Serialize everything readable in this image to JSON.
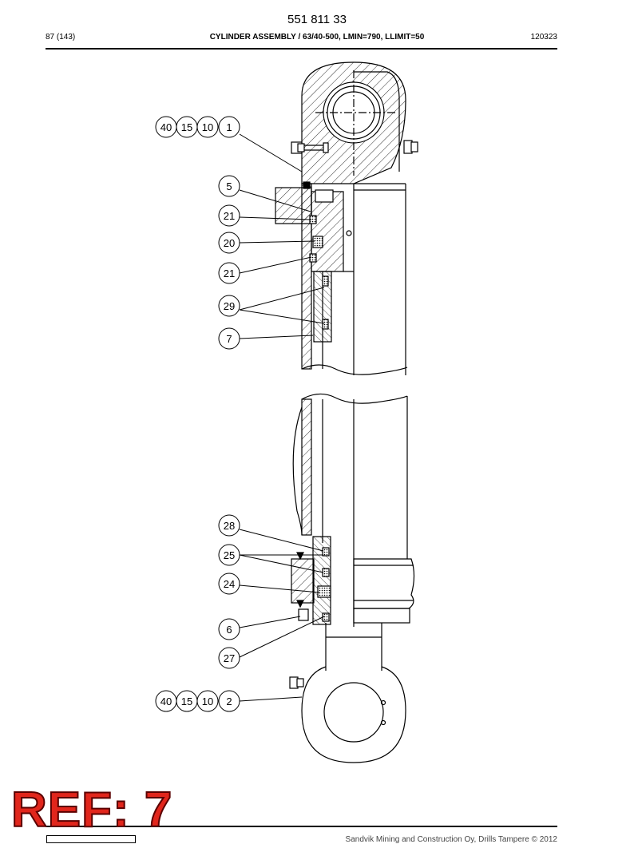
{
  "header": {
    "part_number": "551 811 33",
    "page": "87 (143)",
    "title": "CYLINDER ASSEMBLY / 63/40-500, LMIN=790, LLIMIT=50",
    "doc_code": "120323"
  },
  "callouts": [
    {
      "id": "c-40a",
      "label": "40"
    },
    {
      "id": "c-15a",
      "label": "15"
    },
    {
      "id": "c-10a",
      "label": "10"
    },
    {
      "id": "c-1",
      "label": "1"
    },
    {
      "id": "c-5",
      "label": "5"
    },
    {
      "id": "c-21a",
      "label": "21"
    },
    {
      "id": "c-20",
      "label": "20"
    },
    {
      "id": "c-21b",
      "label": "21"
    },
    {
      "id": "c-29",
      "label": "29"
    },
    {
      "id": "c-7",
      "label": "7"
    },
    {
      "id": "c-28",
      "label": "28"
    },
    {
      "id": "c-25",
      "label": "25"
    },
    {
      "id": "c-24",
      "label": "24"
    },
    {
      "id": "c-6",
      "label": "6"
    },
    {
      "id": "c-27",
      "label": "27"
    },
    {
      "id": "c-40b",
      "label": "40"
    },
    {
      "id": "c-15b",
      "label": "15"
    },
    {
      "id": "c-10b",
      "label": "10"
    },
    {
      "id": "c-2",
      "label": "2"
    }
  ],
  "stamp": {
    "ref": "REF: 7"
  },
  "footer": {
    "copyright": "Sandvik Mining and Construction Oy, Drills Tampere © 2012"
  }
}
